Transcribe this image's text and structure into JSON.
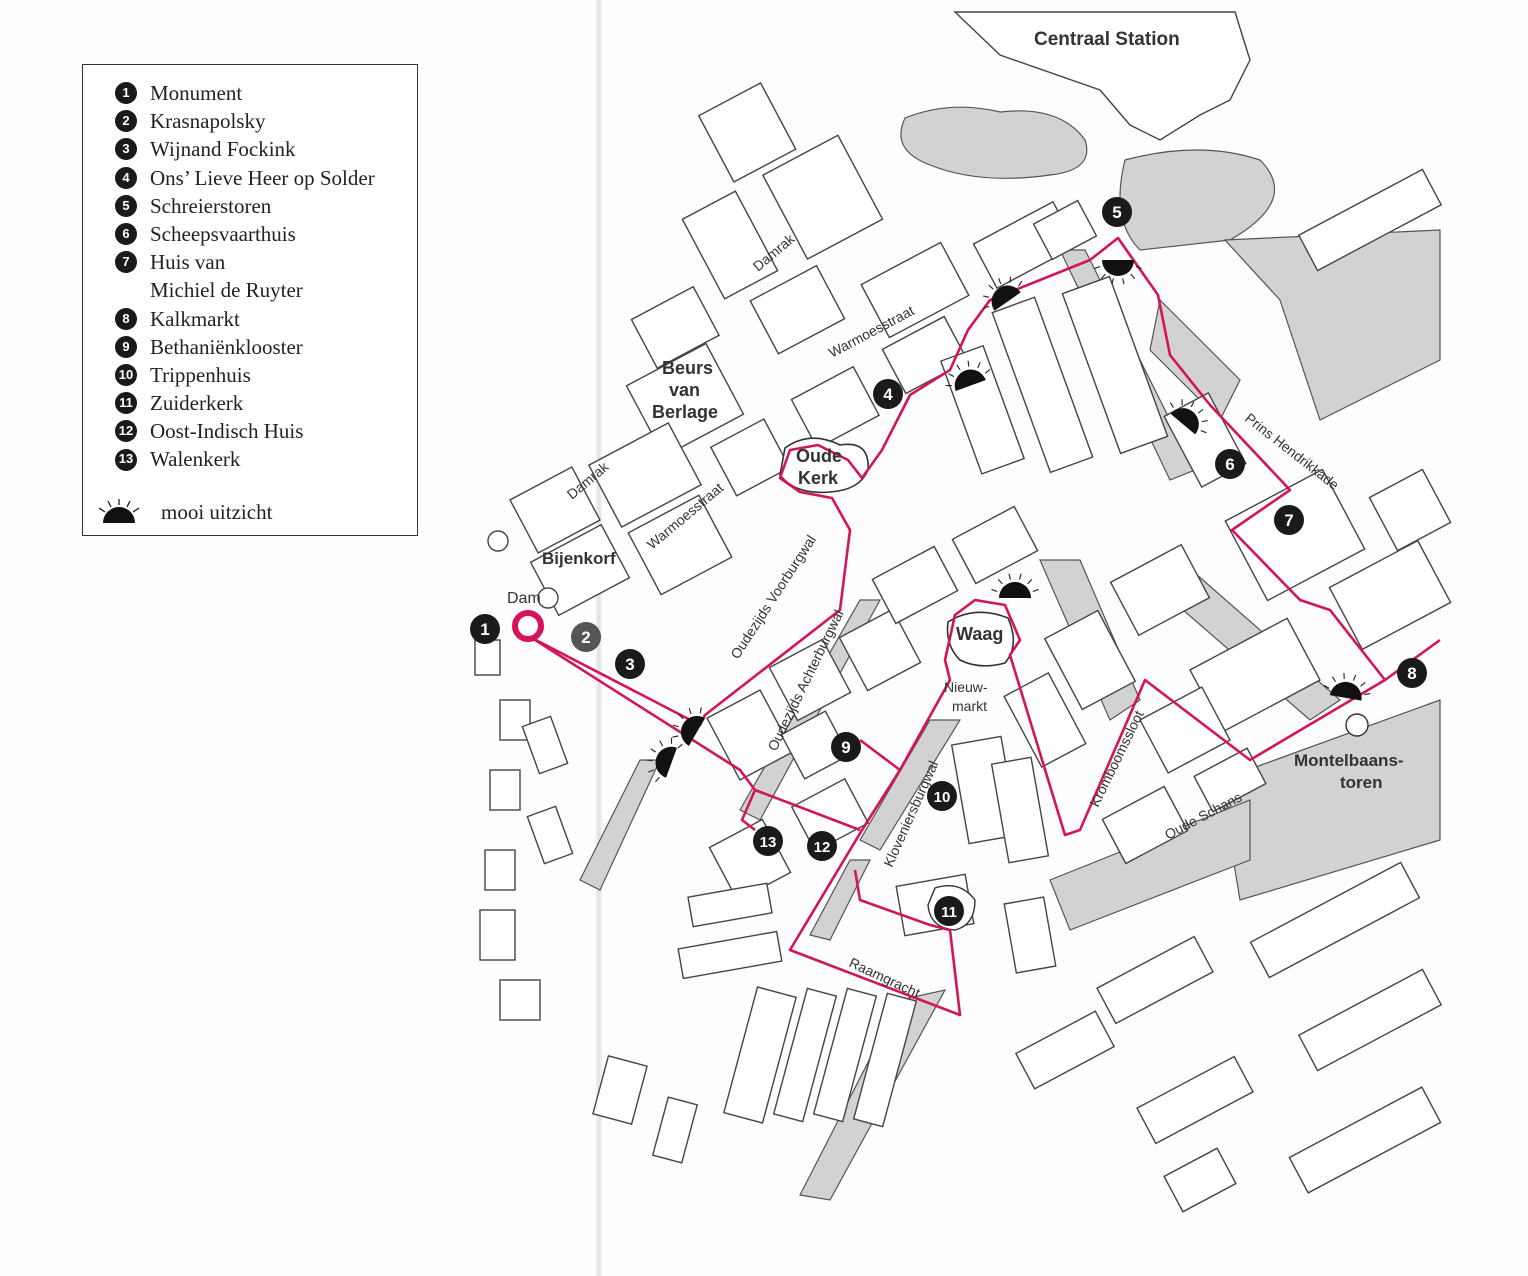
{
  "legend": {
    "items": [
      {
        "n": "1",
        "label": "Monument"
      },
      {
        "n": "2",
        "label": "Krasnapolsky"
      },
      {
        "n": "3",
        "label": "Wijnand Fockink"
      },
      {
        "n": "4",
        "label": "Ons’ Lieve Heer op Solder"
      },
      {
        "n": "5",
        "label": "Schreierstoren"
      },
      {
        "n": "6",
        "label": "Scheepsvaarthuis"
      },
      {
        "n": "7",
        "label": "Huis van"
      },
      {
        "n": "",
        "label": "Michiel de Ruyter"
      },
      {
        "n": "8",
        "label": "Kalkmarkt"
      },
      {
        "n": "9",
        "label": "Bethaniënklooster"
      },
      {
        "n": "10",
        "label": "Trippenhuis"
      },
      {
        "n": "11",
        "label": "Zuiderkerk"
      },
      {
        "n": "12",
        "label": "Oost-Indisch Huis"
      },
      {
        "n": "13",
        "label": "Walenkerk"
      }
    ],
    "view_label": "mooi uitzicht"
  },
  "map": {
    "centraal": "Centraal Station",
    "damrak_top": "Damrak",
    "damrak_left": "Damrak",
    "warmoesstraat_top": "Warmoesstraat",
    "warmoesstraat_left": "Warmoesstraat",
    "beurs_1": "Beurs",
    "beurs_2": "van",
    "beurs_3": "Berlage",
    "oude_1": "Oude",
    "oude_2": "Kerk",
    "bijenkorf": "Bijenkorf",
    "dam": "Dam",
    "voorburgwal": "Oudezijds Voorburgwal",
    "achterburgwal": "Oudezijds Achterburgwal",
    "kloveniers": "Kloveniersburgwal",
    "waag": "Waag",
    "nieuw_1": "Nieuw-",
    "nieuw_2": "markt",
    "kromboom": "Kromboomssloot",
    "oude_schans": "Oude Schans",
    "prins": "Prins Hendrikkade",
    "montel_1": "Montelbaans-",
    "montel_2": "toren",
    "raamgracht": "Raamgracht",
    "markers": [
      "1",
      "2",
      "3",
      "4",
      "5",
      "6",
      "7",
      "8",
      "9",
      "10",
      "11",
      "12",
      "13"
    ]
  },
  "colors": {
    "route": "#d4145a",
    "water": "#d2d2d2",
    "line": "#444444",
    "marker": "#1a1a1a"
  }
}
